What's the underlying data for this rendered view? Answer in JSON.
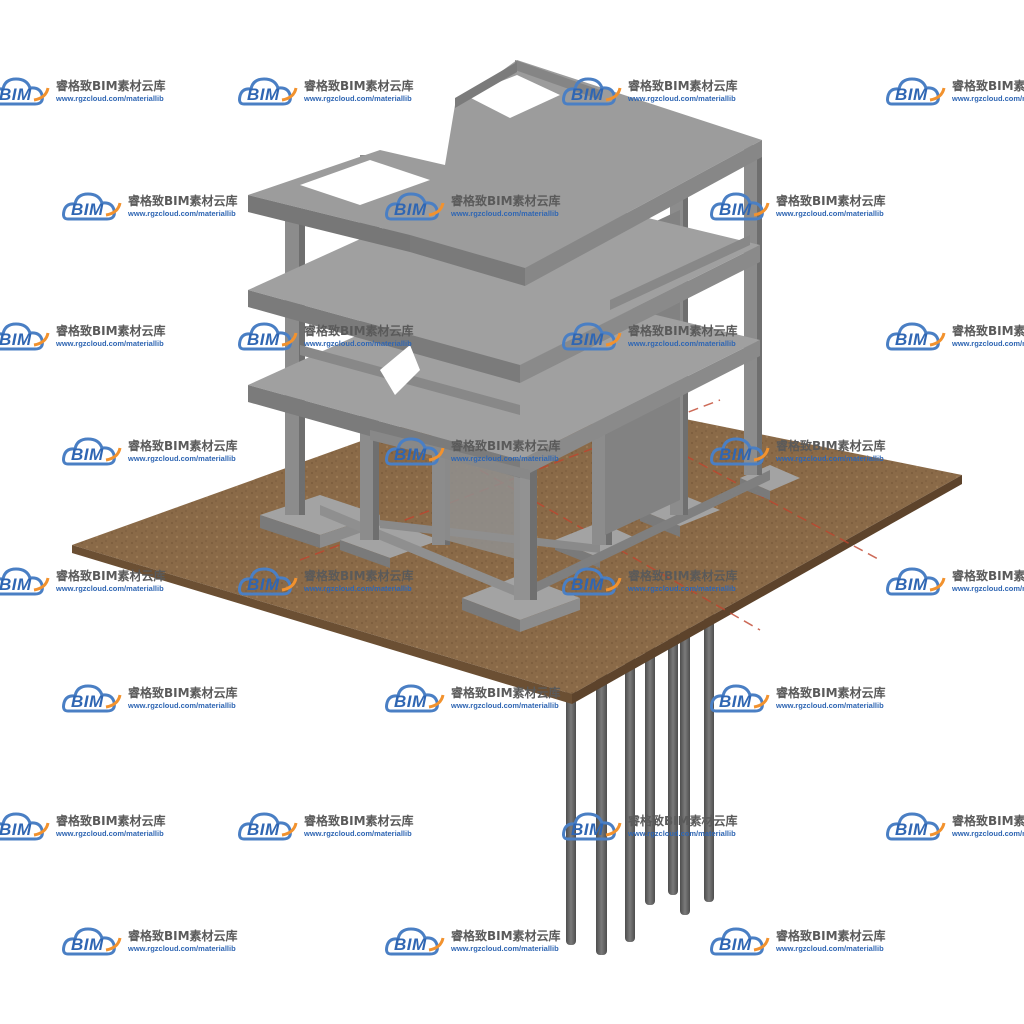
{
  "scene": {
    "subject": "reinforced concrete frame building on pile foundation",
    "colors": {
      "concrete": "#8c8c8c",
      "concrete_dark": "#6f6f6f",
      "concrete_light": "#a3a3a3",
      "soil": "#8a6a48",
      "soil_edge": "#6b4f33",
      "pile": "#646464",
      "grid_line": "#c0452e"
    }
  },
  "watermark": {
    "logo_text": "BIM",
    "name": "睿格致BIM素材云库",
    "url": "www.rgzcloud.com/materiallib",
    "logo_colors": {
      "cloud": "#4a7fc4",
      "accent": "#f2922e"
    }
  }
}
